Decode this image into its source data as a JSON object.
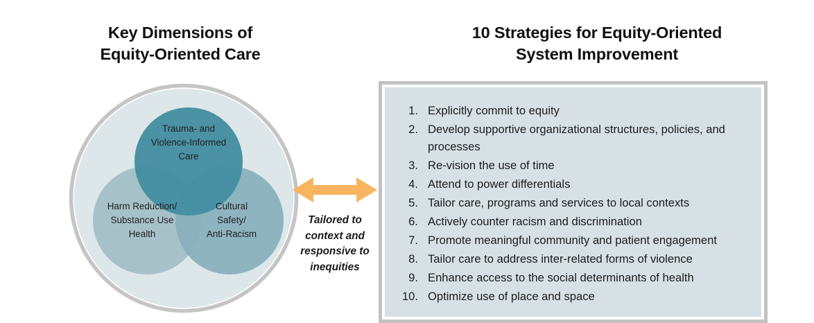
{
  "left": {
    "title": "Key Dimensions of Equity-Oriented Care",
    "title_line1": "Key Dimensions of",
    "title_line2": "Equity-Oriented Care",
    "venn": {
      "outer_ring_color": "#c5c5c5",
      "disc_color": "#dde6e9",
      "circles": [
        {
          "id": "trauma-violence-informed-care",
          "color": "#4f9fb2",
          "lines": [
            "Trauma- and",
            "Violence-Informed",
            "Care"
          ]
        },
        {
          "id": "harm-reduction-substance-use-health",
          "color": "#bcd3d8",
          "lines": [
            "Harm Reduction/",
            "Substance Use",
            "Health"
          ]
        },
        {
          "id": "cultural-safety-anti-racism",
          "color": "#9dc4cd",
          "lines": [
            "Cultural",
            "Safety/",
            "Anti-Racism"
          ]
        }
      ]
    }
  },
  "connector": {
    "arrow_color": "#f8b45e",
    "arrow_name": "double-headed-arrow",
    "caption_lines": [
      "Tailored to",
      "context and",
      "responsive to",
      "inequities"
    ],
    "caption": "Tailored to context and responsive to inequities"
  },
  "right": {
    "title": "10 Strategies for Equity-Oriented System Improvement",
    "title_line1": "10 Strategies for Equity-Oriented",
    "title_line2": "System Improvement",
    "box": {
      "border_color": "#c2c2c2",
      "fill_color": "#d7e1e5"
    },
    "strategies": [
      "Explicitly commit to equity",
      "Develop supportive organizational structures, policies, and processes",
      "Re-vision the use of time",
      "Attend to power differentials",
      "Tailor care, programs and services to local contexts",
      "Actively counter racism and discrimination",
      "Promote meaningful community and patient engagement",
      "Tailor care to address inter-related forms of violence",
      "Enhance access to the social determinants of health",
      "Optimize use of place and space"
    ]
  }
}
